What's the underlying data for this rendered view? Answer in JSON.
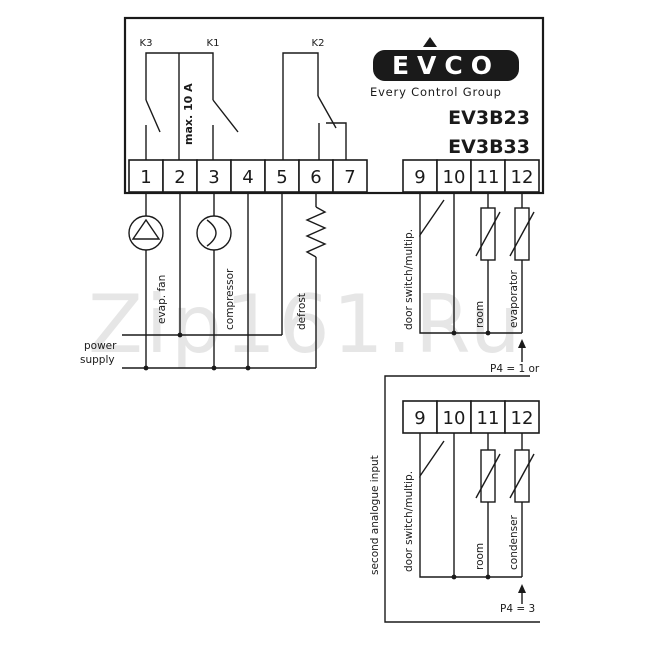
{
  "brand": {
    "logo": "EVCO",
    "tagline": "Every Control Group"
  },
  "models": [
    "EV3B23",
    "EV3B33"
  ],
  "relays": {
    "k3": "K3",
    "k1": "K1",
    "k2": "K2"
  },
  "max_current": "max. 10 A",
  "terminals_main": [
    "1",
    "2",
    "3",
    "4",
    "5",
    "6",
    "7"
  ],
  "terminals_input": [
    "9",
    "10",
    "11",
    "12"
  ],
  "loads": {
    "evap_fan": "evap. fan",
    "compressor": "compressor",
    "defrost": "defrost"
  },
  "power_supply": [
    "power",
    "supply"
  ],
  "inputs_top": {
    "door": "door switch/multip.",
    "room": "room",
    "evaporator": "evaporator",
    "condition": "P4 = 1 or"
  },
  "inputs_bottom": {
    "title": "second analogue input",
    "door": "door switch/multip.",
    "room": "room",
    "condenser": "condenser",
    "condition": "P4 = 3"
  },
  "watermark": "Zip161.Ru"
}
